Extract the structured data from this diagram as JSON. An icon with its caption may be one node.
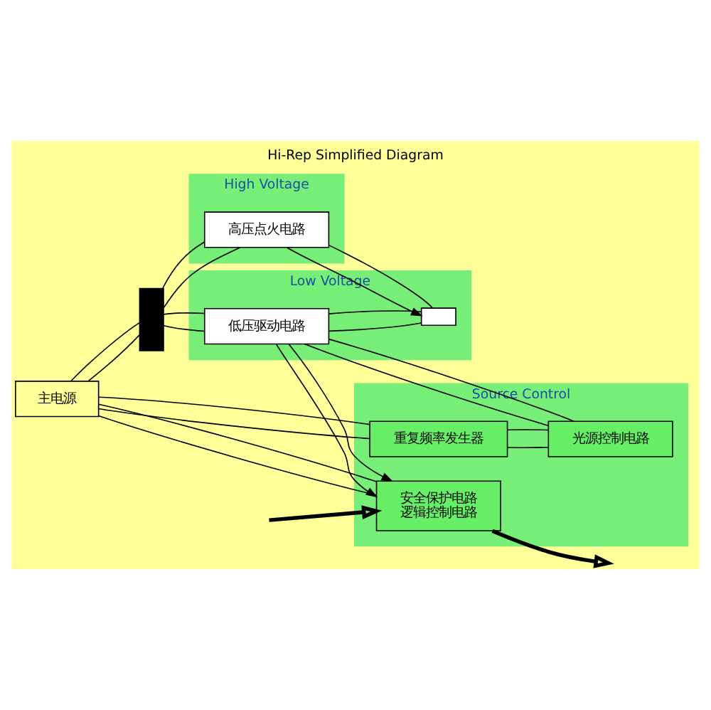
{
  "diagram": {
    "title": "Hi-Rep Simplified Diagram",
    "nodes": [
      {
        "text": [
          "主电源"
        ]
      },
      {
        "text": [],
        "shape": "transformer"
      },
      {
        "text": [
          "High Voltage"
        ]
      },
      {
        "text": [
          "高压点火电路"
        ],
        "in": 2
      },
      {
        "text": [
          "Low Voltage"
        ]
      },
      {
        "text": [
          "低压驱动电路"
        ],
        "in": 4
      },
      {
        "text": [],
        "shape": "lamp",
        "in": 4
      },
      {
        "text": [
          "Source Control"
        ]
      },
      {
        "text": [
          "重复频率发生器"
        ],
        "in": 7
      },
      {
        "text": [
          "光源控制电路"
        ],
        "in": 7
      },
      {
        "text": [
          "安全保护电路",
          "逻辑控制电路"
        ],
        "in": 7
      }
    ],
    "edges": [
      {
        "from": 0,
        "to": 1,
        "arrow": "none"
      },
      {
        "from": 0,
        "to": 1,
        "arrow": "none"
      },
      {
        "from": 1,
        "to": 3,
        "arrow": "none"
      },
      {
        "from": 1,
        "to": 3,
        "arrow": "none"
      },
      {
        "from": 1,
        "to": 5,
        "arrow": "none"
      },
      {
        "from": 1,
        "to": 5,
        "arrow": "none"
      },
      {
        "from": 3,
        "to": 6,
        "arrow": "to"
      },
      {
        "from": 3,
        "to": 6,
        "arrow": "none"
      },
      {
        "from": 5,
        "to": 6,
        "arrow": "none"
      },
      {
        "from": 5,
        "to": 6,
        "arrow": "none"
      },
      {
        "from": 5,
        "to": 9,
        "arrow": "none"
      },
      {
        "from": 5,
        "to": 9,
        "arrow": "none"
      },
      {
        "from": 5,
        "to": 10,
        "arrow": "to"
      },
      {
        "from": 5,
        "to": 10,
        "arrow": "to"
      },
      {
        "from": 0,
        "to": 8,
        "arrow": "none"
      },
      {
        "from": 0,
        "to": 8,
        "arrow": "none"
      },
      {
        "from": 8,
        "to": 9,
        "arrow": "none"
      },
      {
        "from": 8,
        "to": 9,
        "arrow": "none"
      },
      {
        "from": 0,
        "to": 10,
        "arrow": "none"
      },
      {
        "from": 0,
        "to": 10,
        "arrow": "none"
      },
      {
        "from": 10,
        "to": null,
        "arrow": "to",
        "style": "thick"
      },
      {
        "from": null,
        "to": 10,
        "arrow": "to",
        "style": "thick"
      }
    ]
  }
}
